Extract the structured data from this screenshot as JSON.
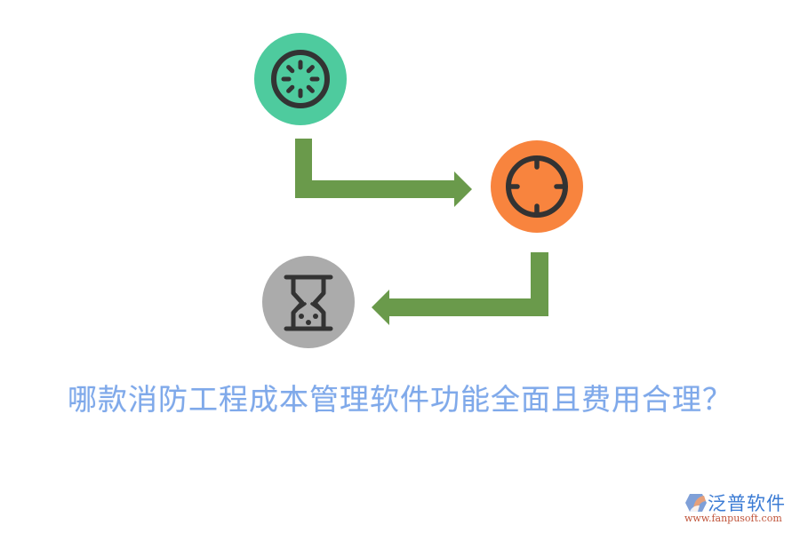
{
  "title": "哪款消防工程成本管理软件功能全面且费用合理？",
  "colors": {
    "green_circle": "#4ecb9e",
    "orange_circle": "#f8843e",
    "gray_circle": "#ababab",
    "arrow": "#6a9a4b",
    "icon_stroke": "#333333",
    "title_text": "#7fa9ea",
    "logo_blue": "#3b7bd4",
    "logo_url": "#c0543a"
  },
  "nodes": [
    {
      "id": "step-1",
      "icon": "loading-spinner-icon",
      "color": "#4ecb9e"
    },
    {
      "id": "step-2",
      "icon": "crosshair-target-icon",
      "color": "#f8843e"
    },
    {
      "id": "step-3",
      "icon": "hourglass-icon",
      "color": "#ababab"
    }
  ],
  "edges": [
    {
      "from": "step-1",
      "to": "step-2",
      "shape": "elbow-right-arrow"
    },
    {
      "from": "step-2",
      "to": "step-3",
      "shape": "elbow-left-arrow"
    }
  ],
  "logo": {
    "name": "泛普软件",
    "url": "www.fanpusoft.com"
  }
}
